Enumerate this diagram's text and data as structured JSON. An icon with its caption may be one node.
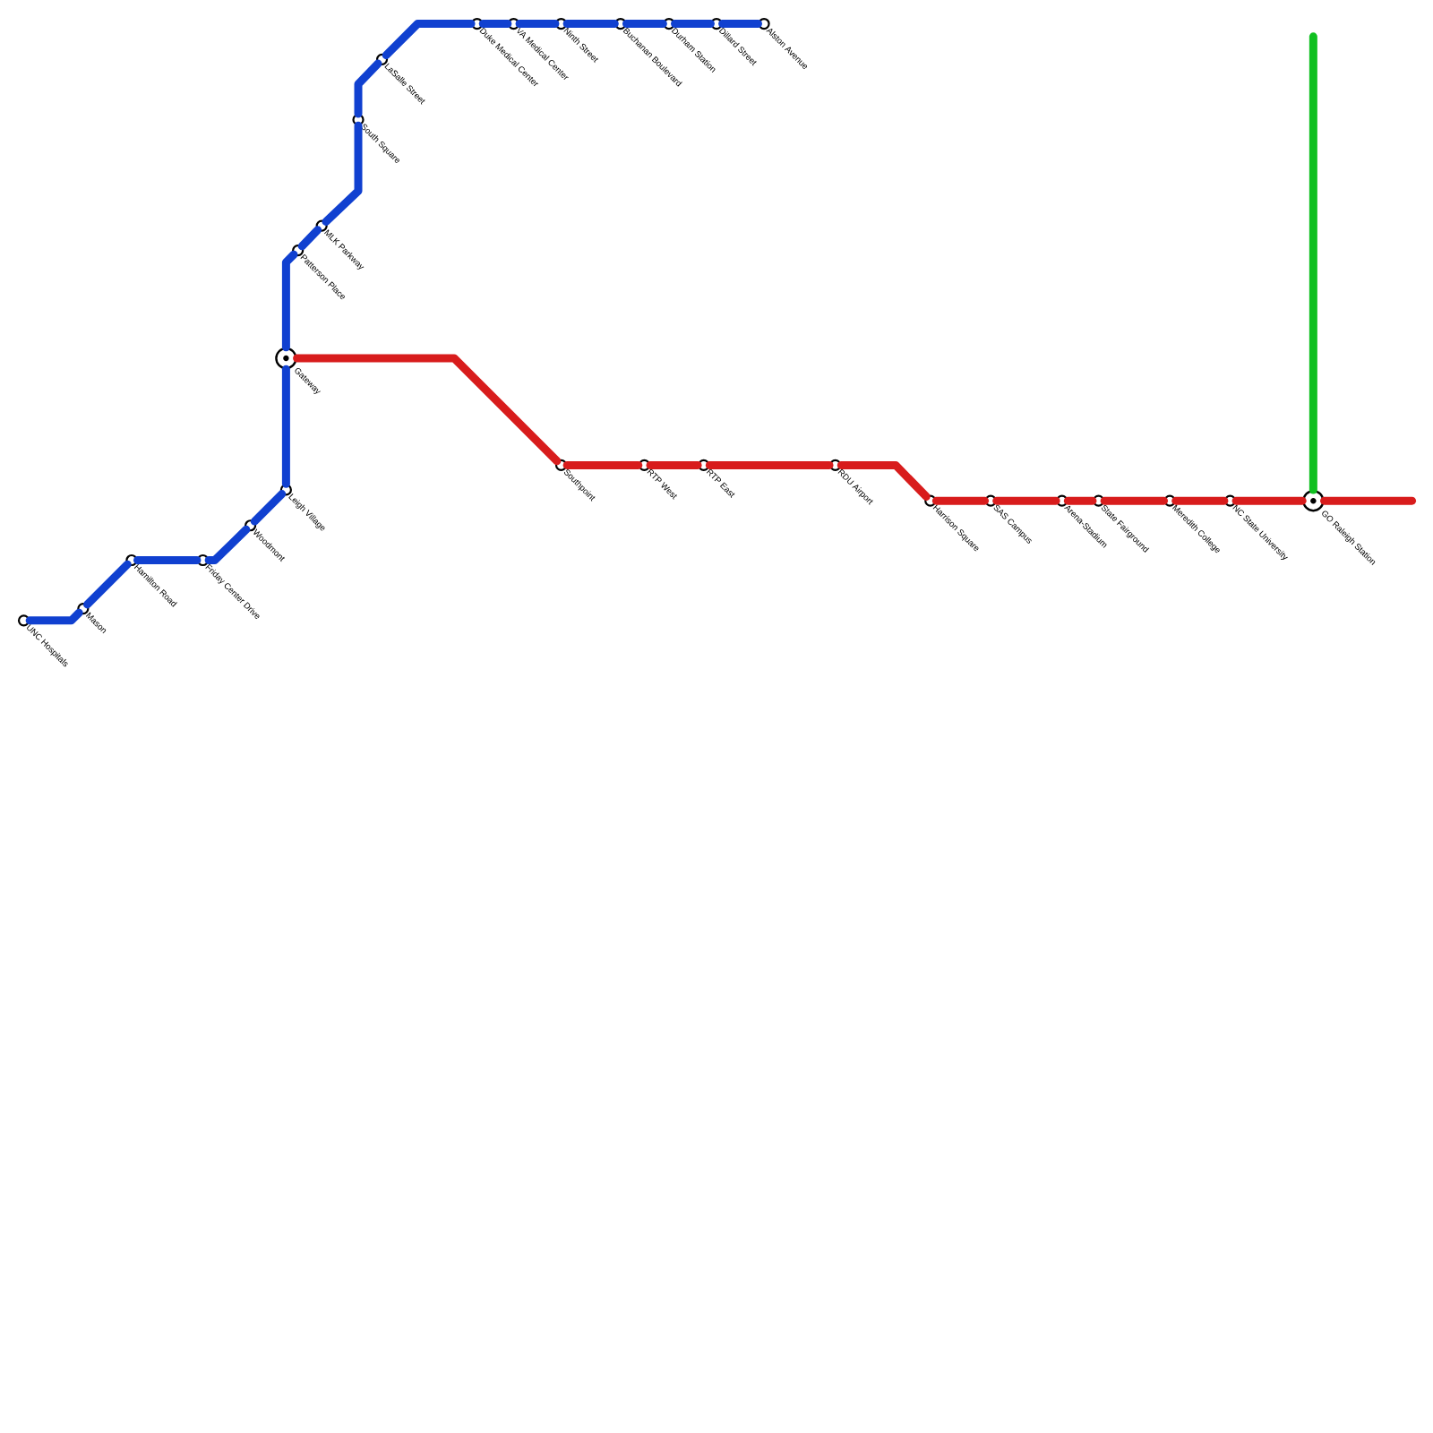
{
  "diagram": {
    "nodes": [
      {
        "text": [],
        "shape": "circle",
        "beside": [
          "UNC Hospitals"
        ]
      },
      {
        "text": [],
        "shape": "circle",
        "beside": [
          "Mason"
        ]
      },
      {
        "text": [],
        "shape": "circle",
        "beside": [
          "Hamilton Road"
        ]
      },
      {
        "text": [],
        "shape": "circle",
        "beside": [
          "Friday Center Drive"
        ]
      },
      {
        "text": [],
        "shape": "circle",
        "beside": [
          "Woodmont"
        ]
      },
      {
        "text": [],
        "shape": "circle",
        "beside": [
          "Leigh Village"
        ]
      },
      {
        "text": [],
        "shape": "circle",
        "beside": [
          "Gateway"
        ]
      },
      {
        "text": [],
        "shape": "circle",
        "beside": [
          "Patterson Place"
        ]
      },
      {
        "text": [],
        "shape": "circle",
        "beside": [
          "MLK Parkway"
        ]
      },
      {
        "text": [],
        "shape": "circle",
        "beside": [
          "South Square"
        ]
      },
      {
        "text": [],
        "shape": "circle",
        "beside": [
          "LaSalle Street"
        ]
      },
      {
        "text": [],
        "shape": "circle",
        "beside": [
          "Duke Medical Center"
        ]
      },
      {
        "text": [],
        "shape": "circle",
        "beside": [
          "VA Medical Center"
        ]
      },
      {
        "text": [],
        "shape": "circle",
        "beside": [
          "Ninth Street"
        ]
      },
      {
        "text": [],
        "shape": "circle",
        "beside": [
          "Buchanan Boulevard"
        ]
      },
      {
        "text": [],
        "shape": "circle",
        "beside": [
          "Durham Station"
        ]
      },
      {
        "text": [],
        "shape": "circle",
        "beside": [
          "Dillard Street"
        ]
      },
      {
        "text": [],
        "shape": "circle",
        "beside": [
          "Alston Avenue"
        ]
      },
      {
        "text": [],
        "shape": "circle",
        "beside": [
          "Southpoint"
        ]
      },
      {
        "text": [],
        "shape": "circle",
        "beside": [
          "RTP West"
        ]
      },
      {
        "text": [],
        "shape": "circle",
        "beside": [
          "RTP East"
        ]
      },
      {
        "text": [],
        "shape": "circle",
        "beside": [
          "RDU Airport"
        ]
      },
      {
        "text": [],
        "shape": "circle",
        "beside": [
          "Harrison Square"
        ]
      },
      {
        "text": [],
        "shape": "circle",
        "beside": [
          "SAS Campus"
        ]
      },
      {
        "text": [],
        "shape": "circle",
        "beside": [
          "Arena-Stadium"
        ]
      },
      {
        "text": [],
        "shape": "circle",
        "beside": [
          "State Fairground"
        ]
      },
      {
        "text": [],
        "shape": "circle",
        "beside": [
          "Meredith College"
        ]
      },
      {
        "text": [],
        "shape": "circle",
        "beside": [
          "NC State University"
        ]
      },
      {
        "text": [],
        "shape": "circle",
        "beside": [
          "GO Raleigh Station"
        ]
      }
    ],
    "edges": [
      {
        "from": 0,
        "to": 1,
        "arrow": "none"
      },
      {
        "from": 1,
        "to": 2,
        "arrow": "none"
      },
      {
        "from": 2,
        "to": 3,
        "arrow": "none"
      },
      {
        "from": 3,
        "to": 4,
        "arrow": "none"
      },
      {
        "from": 4,
        "to": 5,
        "arrow": "none"
      },
      {
        "from": 5,
        "to": 6,
        "arrow": "none"
      },
      {
        "from": 6,
        "to": 7,
        "arrow": "none"
      },
      {
        "from": 7,
        "to": 8,
        "arrow": "none"
      },
      {
        "from": 8,
        "to": 9,
        "arrow": "none"
      },
      {
        "from": 9,
        "to": 10,
        "arrow": "none"
      },
      {
        "from": 10,
        "to": 11,
        "arrow": "none"
      },
      {
        "from": 11,
        "to": 12,
        "arrow": "none"
      },
      {
        "from": 12,
        "to": 13,
        "arrow": "none"
      },
      {
        "from": 13,
        "to": 14,
        "arrow": "none"
      },
      {
        "from": 14,
        "to": 15,
        "arrow": "none"
      },
      {
        "from": 15,
        "to": 16,
        "arrow": "none"
      },
      {
        "from": 16,
        "to": 17,
        "arrow": "none"
      },
      {
        "from": 6,
        "to": 18,
        "arrow": "none",
        "color": "#d81c1c"
      },
      {
        "from": 18,
        "to": 19,
        "arrow": "none",
        "color": "#d81c1c"
      },
      {
        "from": 19,
        "to": 20,
        "arrow": "none",
        "color": "#d81c1c"
      },
      {
        "from": 20,
        "to": 21,
        "arrow": "none",
        "color": "#d81c1c"
      },
      {
        "from": 21,
        "to": 22,
        "arrow": "none",
        "color": "#d81c1c"
      },
      {
        "from": 22,
        "to": 23,
        "arrow": "none",
        "color": "#d81c1c"
      },
      {
        "from": 23,
        "to": 24,
        "arrow": "none",
        "color": "#d81c1c"
      },
      {
        "from": 24,
        "to": 25,
        "arrow": "none",
        "color": "#d81c1c"
      },
      {
        "from": 25,
        "to": 26,
        "arrow": "none",
        "color": "#d81c1c"
      },
      {
        "from": 26,
        "to": 27,
        "arrow": "none",
        "color": "#d81c1c"
      },
      {
        "from": 27,
        "to": 28,
        "arrow": "none",
        "color": "#d81c1c"
      },
      {
        "from": 28,
        "to": null,
        "arrow": "none",
        "color": "#d81c1c"
      },
      {
        "from": null,
        "to": 28,
        "arrow": "none",
        "color": "#10c020"
      }
    ]
  }
}
